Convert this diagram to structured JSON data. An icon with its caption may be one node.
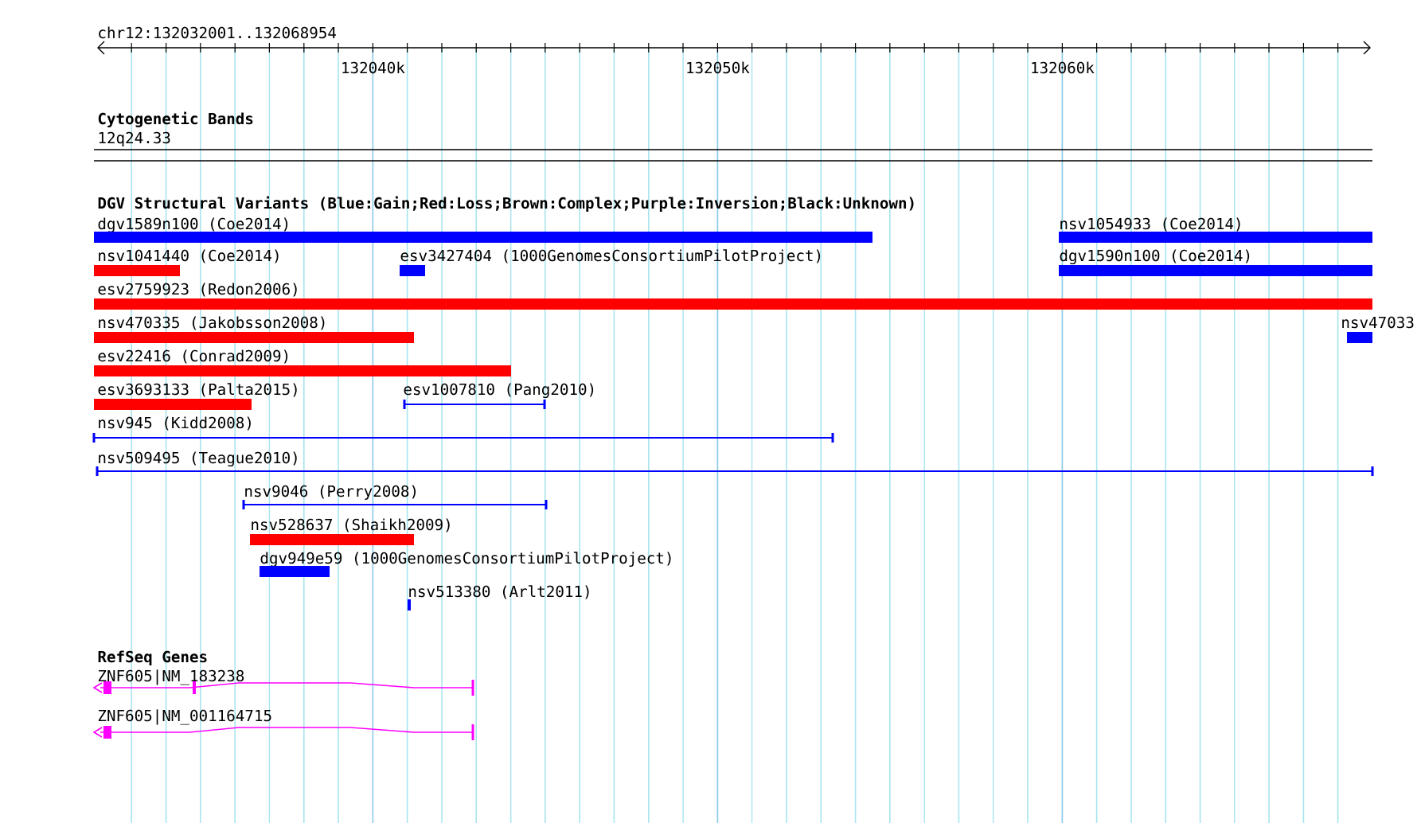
{
  "diagram": {
    "nodes": [
      {
        "text": [
          "dgv1589n100 (Coe2014)"
        ]
      },
      {
        "text": [
          "nsv1054933 (Coe2014)"
        ]
      },
      {
        "text": [
          "nsv1041440 (Coe2014)"
        ]
      },
      {
        "text": [
          "esv3427404 (1000GenomesConsortiumPilotProject)"
        ]
      },
      {
        "text": [
          "dgv1590n100 (Coe2014)"
        ]
      },
      {
        "text": [
          "esv2759923 (Redon2006)"
        ]
      },
      {
        "text": [
          "nsv470335 (Jakobsson2008)"
        ]
      },
      {
        "text": [
          "nsv47033"
        ]
      },
      {
        "text": [
          "esv22416 (Conrad2009)"
        ]
      },
      {
        "text": [
          "esv3693133 (Palta2015)"
        ]
      },
      {
        "text": [
          "esv1007810 (Pang2010)"
        ]
      },
      {
        "text": [
          "nsv945 (Kidd2008)"
        ]
      },
      {
        "text": [
          "nsv509495 (Teague2010)"
        ]
      },
      {
        "text": [
          "nsv9046 (Perry2008)"
        ]
      },
      {
        "text": [
          "nsv528637 (Shaikh2009)"
        ]
      },
      {
        "text": [
          "dgv949e59 (1000GenomesConsortiumPilotProject)"
        ]
      },
      {
        "text": [
          "nsv513380 (Arlt2011)"
        ]
      },
      {
        "text": [
          "ZNF605|NM_183238"
        ]
      },
      {
        "text": [
          "ZNF605|NM_001164715"
        ]
      }
    ],
    "labels": [
      "chr12:132032001..132068954",
      "132040k",
      "132050k",
      "132060k",
      "Cytogenetic Bands",
      "12q24.33",
      "DGV Structural Variants (Blue:Gain;Red:Loss;Brown:Complex;Purple:Inversion;Black:Unknown)",
      "RefSeq Genes"
    ]
  }
}
